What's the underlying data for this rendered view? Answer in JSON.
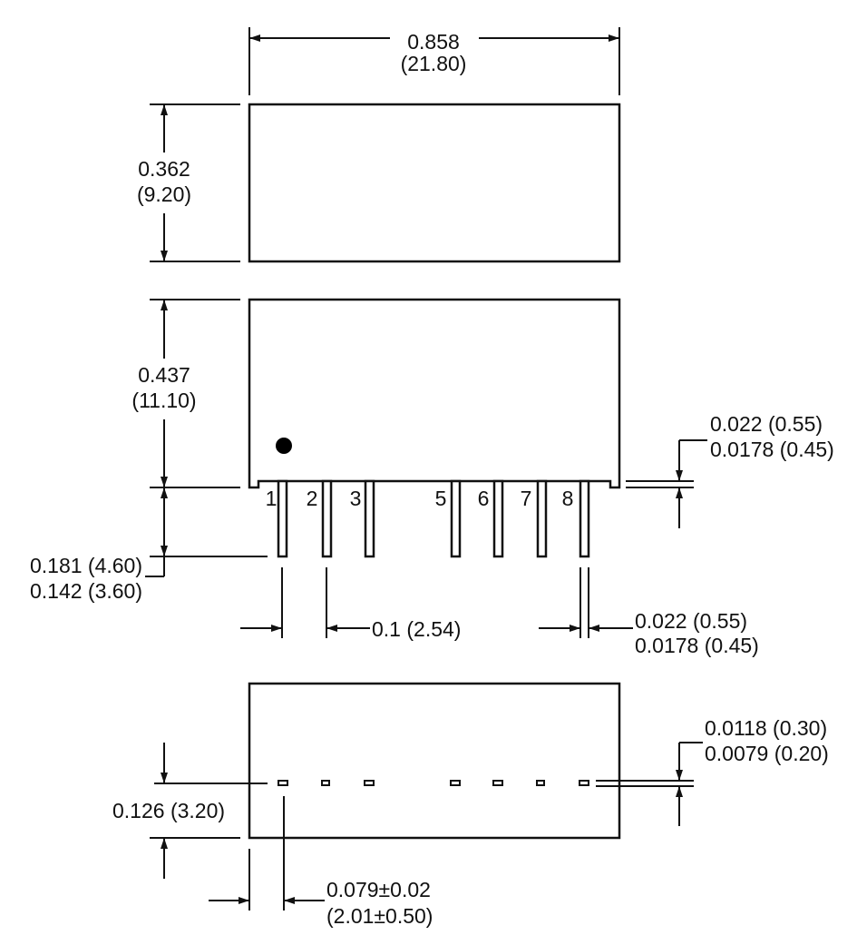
{
  "top_view": {
    "width_in": "0.858",
    "width_mm": "(21.80)",
    "height_in": "0.362",
    "height_mm": "(9.20)"
  },
  "side_view": {
    "height_in": "0.437",
    "height_mm": "(11.10)",
    "pin_labels": [
      "1",
      "2",
      "3",
      "5",
      "6",
      "7",
      "8"
    ],
    "standoff_max": "0.022 (0.55)",
    "standoff_min": "0.0178 (0.45)",
    "pin_length_max": "0.181 (4.60)",
    "pin_length_min": "0.142 (3.60)",
    "pitch": "0.1 (2.54)",
    "pin_width_max": "0.022 (0.55)",
    "pin_width_min": "0.0178 (0.45)"
  },
  "bottom_view": {
    "offset": "0.126 (3.20)",
    "pin_thickness_max": "0.0118 (0.30)",
    "pin_thickness_min": "0.0079 (0.20)",
    "edge_in": "0.079±0.02",
    "edge_mm": "(2.01±0.50)"
  }
}
